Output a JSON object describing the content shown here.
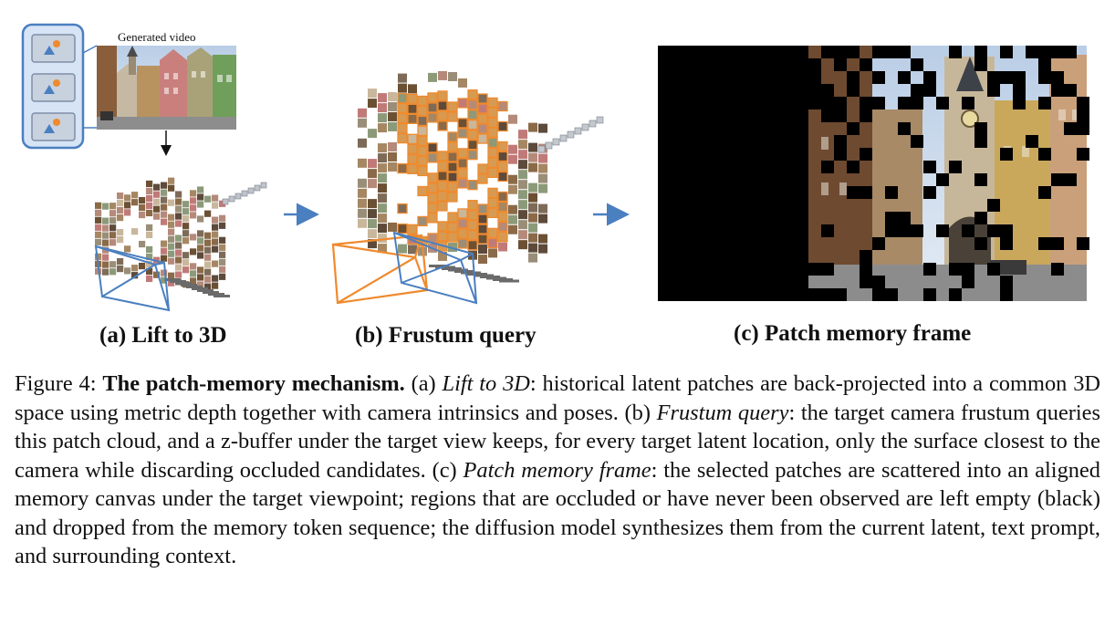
{
  "figure": {
    "generated_video_label": "Generated video",
    "panels": [
      {
        "label": "(a) Lift to 3D"
      },
      {
        "label": "(b) Frustum query"
      },
      {
        "label": "(c) Patch memory frame"
      }
    ],
    "colors": {
      "arrow": "#4a7fc0",
      "frustum_orange": "#ef8a2e",
      "frustum_blue": "#4a7fc0",
      "sky": "#c9d8ea",
      "memory_empty": "#000000"
    }
  },
  "caption": {
    "prefix": "Figure 4: ",
    "title": "The patch-memory mechanism.",
    "a_marker": " (a) ",
    "a_term": "Lift to 3D",
    "a_text": ": historical latent patches are back-projected into a common 3D space using metric depth together with camera intrinsics and poses. (b) ",
    "b_term": "Frustum query",
    "b_text": ": the target camera frustum queries this patch cloud, and a z-buffer under the target view keeps, for every target latent location, only the surface closest to the camera while discarding occluded candidates. (c) ",
    "c_term": "Patch memory frame",
    "c_text": ": the selected patches are scattered into an aligned memory canvas under the target viewpoint; regions that are occluded or have never been observed are left empty (black) and dropped from the memory token sequence; the diffusion model synthesizes them from the current latent, text prompt, and surrounding context."
  }
}
